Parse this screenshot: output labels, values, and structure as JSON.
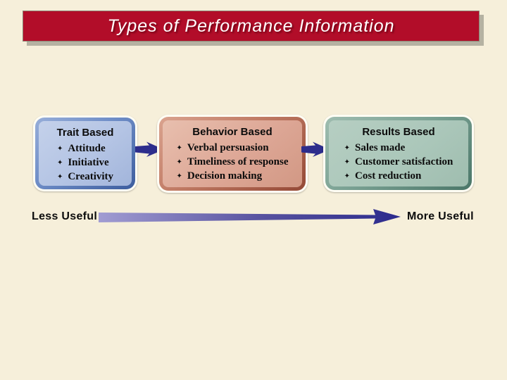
{
  "slide": {
    "background_color": "#f6efda",
    "bullet_glyph": "✦",
    "title": {
      "text": "Types of Performance Information",
      "bar_color": "#b20d29",
      "text_color": "#ffffff",
      "shadow_color": "#b5b2a2"
    },
    "boxes": [
      {
        "heading": "Trait Based",
        "items": [
          "Attitude",
          "Initiative",
          "Creativity"
        ],
        "fill_color": "#b4c4e4",
        "border_color": "#3d5d9e"
      },
      {
        "heading": "Behavior Based",
        "items": [
          "Verbal persuasion",
          "Timeliness of response",
          "Decision making"
        ],
        "fill_color": "#dda796",
        "border_color": "#944936"
      },
      {
        "heading": "Results Based",
        "items": [
          "Sales made",
          "Customer satisfaction",
          "Cost reduction"
        ],
        "fill_color": "#abc7ba",
        "border_color": "#4a7668"
      }
    ],
    "connector_color": "#2d2d8c",
    "usefulness_scale": {
      "left_label": "Less Useful",
      "right_label": "More Useful",
      "arrow_color_start": "#a19cd2",
      "arrow_color_end": "#2b2a8c"
    }
  }
}
